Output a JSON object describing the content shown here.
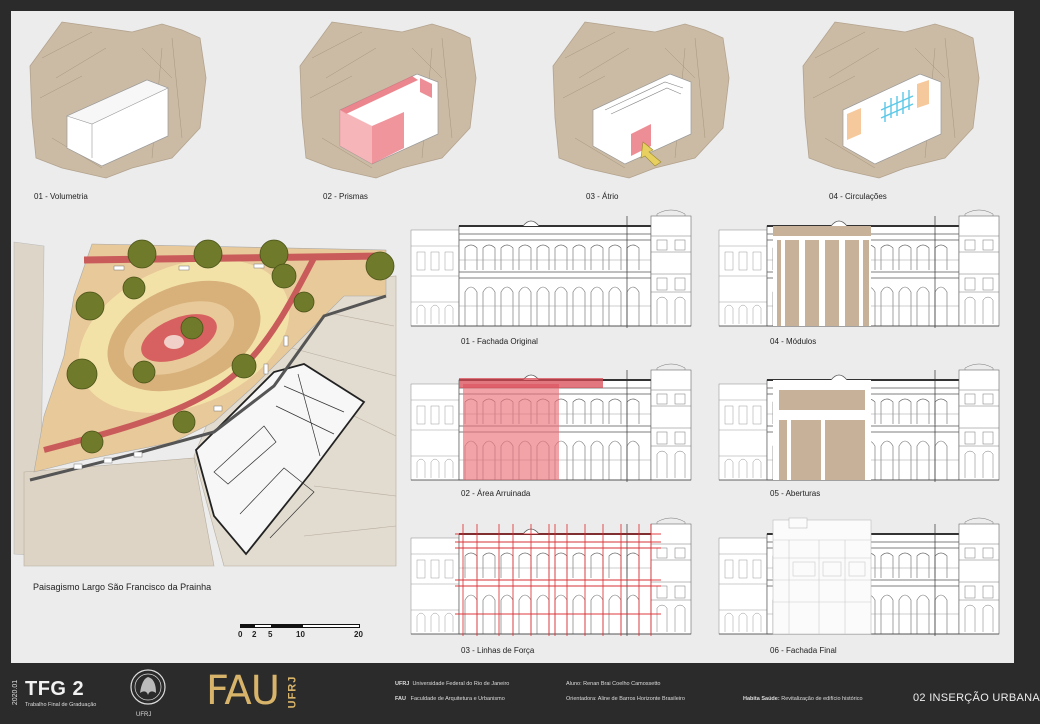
{
  "diagrams": [
    {
      "caption": "01 - Volumetria"
    },
    {
      "caption": "02 - Prismas"
    },
    {
      "caption": "03 - Átrio"
    },
    {
      "caption": "04 - Circulações"
    }
  ],
  "facades": [
    {
      "caption": "01 - Fachada Original"
    },
    {
      "caption": "02 - Área Arruinada"
    },
    {
      "caption": "03 - Linhas de Força"
    },
    {
      "caption": "04 - Módulos"
    },
    {
      "caption": "05 - Aberturas"
    },
    {
      "caption": "06 - Fachada Final"
    }
  ],
  "site_plan": {
    "caption": "Paisagismo Largo São Francisco da Prainha",
    "scale_labels": [
      "0",
      "2",
      "5",
      "10",
      "20"
    ]
  },
  "footer": {
    "year": "2020.01",
    "course": "TFG 2",
    "course_sub": "Trabalho Final de Graduação",
    "seal_label": "UFRJ",
    "logo_main": "FAU",
    "logo_sub": "UFRJ",
    "inst1_abbr": "UFRJ",
    "inst1_name": "Universidade Federal do Rio de Janeiro",
    "inst2_abbr": "FAU",
    "inst2_name": "Faculdade de Arquitetura e Urbanismo",
    "student": "Aluno: Renan Brai Coelho Camossetto",
    "advisor": "Orientadora: Aline de Barros Horizonte Brasileiro",
    "project_title": "Habita Saúde:",
    "project_desc": "Revitalização de edifício histórico",
    "sheet_title": "02 INSERÇÃO URBANA"
  },
  "colors": {
    "background": "#ececec",
    "frame": "#2b2b2b",
    "context_blocks": "#cbbba5",
    "ruined_area": "#e9717a",
    "modules": "#c7b299",
    "plaza_red": "#c95b5b",
    "trees": "#6f7a2a"
  }
}
